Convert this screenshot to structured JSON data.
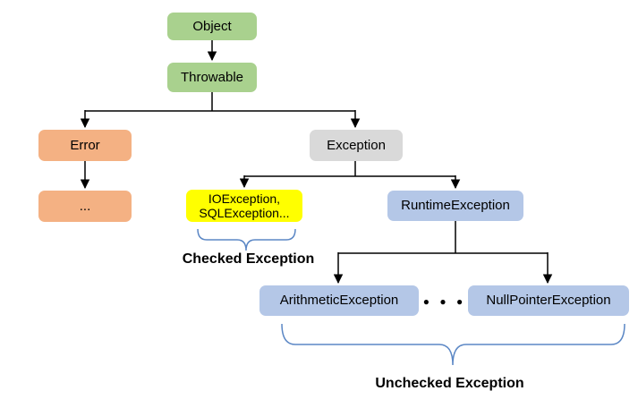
{
  "diagram": {
    "type": "hierarchy-tree",
    "subject": "Java exception class hierarchy",
    "background": "#ffffff",
    "nodes": {
      "object": {
        "label": "Object"
      },
      "throwable": {
        "label": "Throwable"
      },
      "error": {
        "label": "Error"
      },
      "exception": {
        "label": "Exception"
      },
      "error_more": {
        "label": "..."
      },
      "checked": {
        "label": "IOException,\nSQLException..."
      },
      "runtime": {
        "label": "RuntimeException"
      },
      "arithmetic": {
        "label": "ArithmeticException"
      },
      "nullpointer": {
        "label": "NullPointerException"
      }
    },
    "edges": [
      "Object -> Throwable",
      "Throwable -> Error",
      "Throwable -> Exception",
      "Error -> ...",
      "Exception -> IOException, SQLException...",
      "Exception -> RuntimeException",
      "RuntimeException -> ArithmeticException",
      "RuntimeException -> NullPointerException"
    ],
    "annotations": {
      "checked_label": "Checked Exception",
      "unchecked_label": "Unchecked Exception",
      "ellipsis": "● ● ●"
    },
    "colors": {
      "green": "#A9D18E",
      "orange": "#F4B183",
      "gray": "#D9D9D9",
      "yellow": "#FFFF00",
      "blue": "#B4C7E7",
      "line": "#000000",
      "brace": "#5B87C5",
      "text": "#000000"
    }
  }
}
